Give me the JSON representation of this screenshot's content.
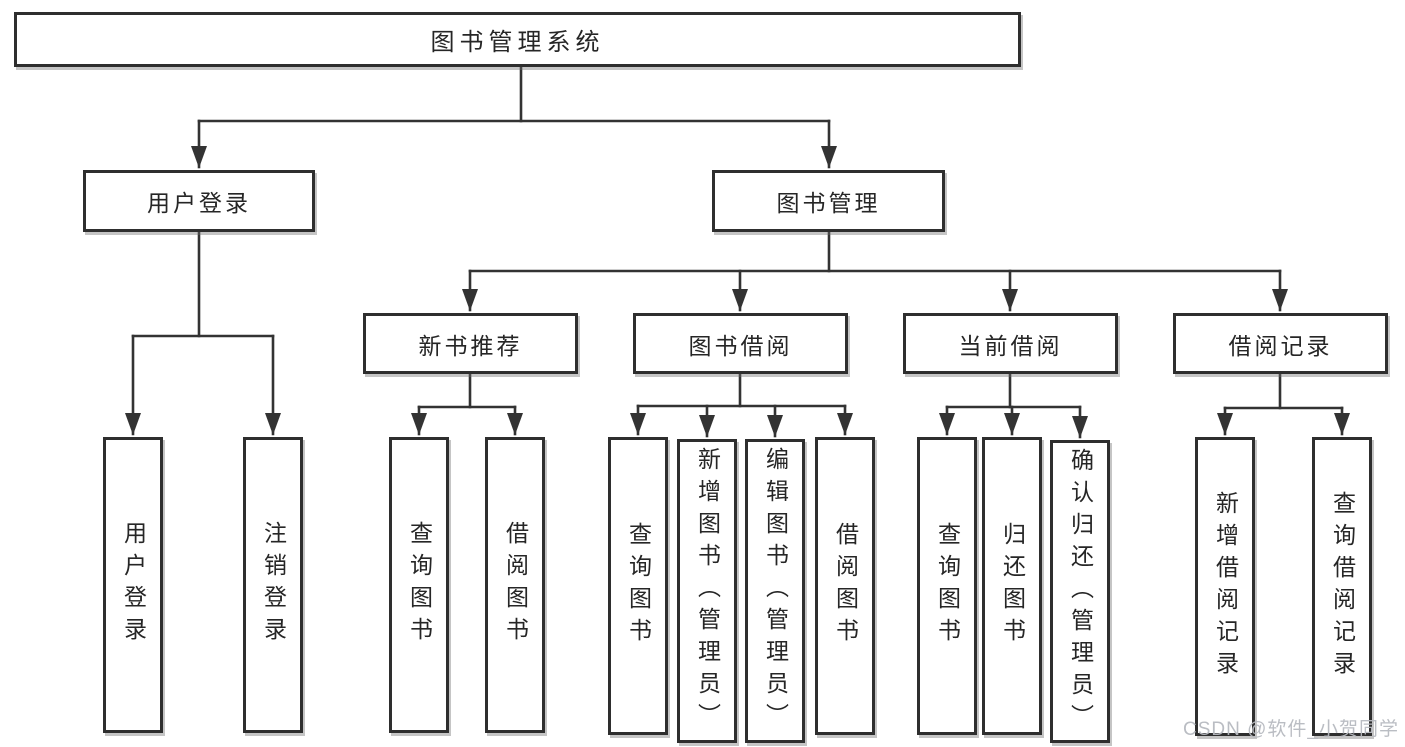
{
  "diagram": {
    "root_label": "图书管理系统",
    "branches": [
      {
        "label": "用户登录",
        "leaves": [
          "用户登录",
          "注销登录"
        ]
      },
      {
        "label": "图书管理",
        "subgroups": [
          {
            "label": "新书推荐",
            "leaves": [
              "查询图书",
              "借阅图书"
            ]
          },
          {
            "label": "图书借阅",
            "leaves": [
              "查询图书",
              "新增图书（管理员）",
              "编辑图书（管理员）",
              "借阅图书"
            ]
          },
          {
            "label": "当前借阅",
            "leaves": [
              "查询图书",
              "归还图书",
              "确认归还（管理员）"
            ]
          },
          {
            "label": "借阅记录",
            "leaves": [
              "新增借阅记录",
              "查询借阅记录"
            ]
          }
        ]
      }
    ]
  },
  "watermark": {
    "text": "CSDN @软件_小贺同学"
  },
  "colors": {
    "line": "#333333",
    "box_border": "#2e2e2e",
    "box_fill": "#ffffff",
    "text": "#262626",
    "watermark": "#b7bac0",
    "background": "#ffffff"
  }
}
